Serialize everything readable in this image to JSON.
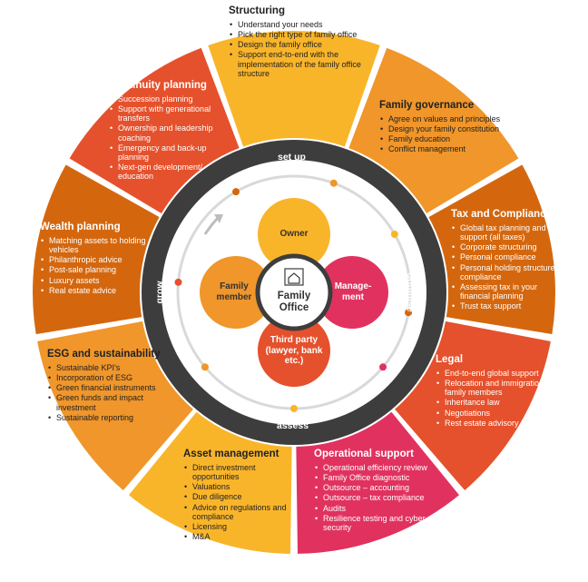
{
  "colors": {
    "structuring": "#f9b52a",
    "family_governance": "#f0962a",
    "tax": "#d4670e",
    "legal": "#e5512c",
    "operational": "#e1325f",
    "asset": "#f9b52a",
    "esg": "#f0962a",
    "wealth": "#d4670e",
    "continuity": "#e5512c",
    "ring": "#3d3d3d",
    "owner": "#f9b52a",
    "management": "#e1325f",
    "third_party": "#e5512c",
    "family_member": "#f0962a"
  },
  "segments": {
    "structuring": {
      "title": "Structuring",
      "items": [
        "Understand your needs",
        "Pick the right type of family office",
        "Design the family office",
        "Support end-to-end with the implementation of the family office structure"
      ]
    },
    "family_governance": {
      "title": "Family governance",
      "items": [
        "Agree on values and principles",
        "Design your family constitution",
        "Family education",
        "Conflict management"
      ]
    },
    "tax": {
      "title": "Tax and Compliance",
      "items": [
        "Global tax planning and support (all taxes)",
        "Corporate structuring",
        "Personal compliance",
        "Personal holding structure compliance",
        "Assessing tax in your financial planning",
        "Trust tax support"
      ]
    },
    "legal": {
      "title": "Legal",
      "items": [
        "End-to-end global support",
        "Relocation and immigration for family members",
        "Inheritance law",
        "Negotiations",
        "Rest estate advisory"
      ]
    },
    "operational": {
      "title": "Operational support",
      "items": [
        "Operational efficiency review",
        "Family Office diagnostic",
        "Outsource – accounting",
        "Outsource – tax compliance",
        "Audits",
        "Resilience testing and cyber security"
      ]
    },
    "asset": {
      "title": "Asset management",
      "items": [
        "Direct investment opportunities",
        "Valuations",
        "Due diligence",
        "Advice on regulations and compliance",
        "Licensing",
        "M&A"
      ]
    },
    "esg": {
      "title": "ESG and sustainability",
      "items": [
        "Sustainable KPI's",
        "Incorporation of ESG",
        "Green financial instruments",
        "Green funds and impact investment",
        "Sustainable reporting"
      ]
    },
    "wealth": {
      "title": "Wealth planning",
      "items": [
        "Matching assets to holding vehicles",
        "Philanthropic advice",
        "Post-sale planning",
        "Luxury assets",
        "Real estate advice"
      ]
    },
    "continuity": {
      "title": "Continuity planning",
      "items": [
        "Succession planning",
        "Support with generational transfers",
        "Ownership and leadership coaching",
        "Emergency and back-up planning",
        "Next-gen development/ education"
      ]
    }
  },
  "ring": {
    "top": "set up",
    "right": "optimise",
    "bottom": "assess",
    "left": "grow"
  },
  "petals": {
    "owner": "Owner",
    "management": "Manage-ment",
    "third_party": "Third party (lawyer, bank etc.)",
    "family_member": "Family member"
  },
  "center": {
    "label": "Family Office",
    "icon": "house-icon"
  }
}
